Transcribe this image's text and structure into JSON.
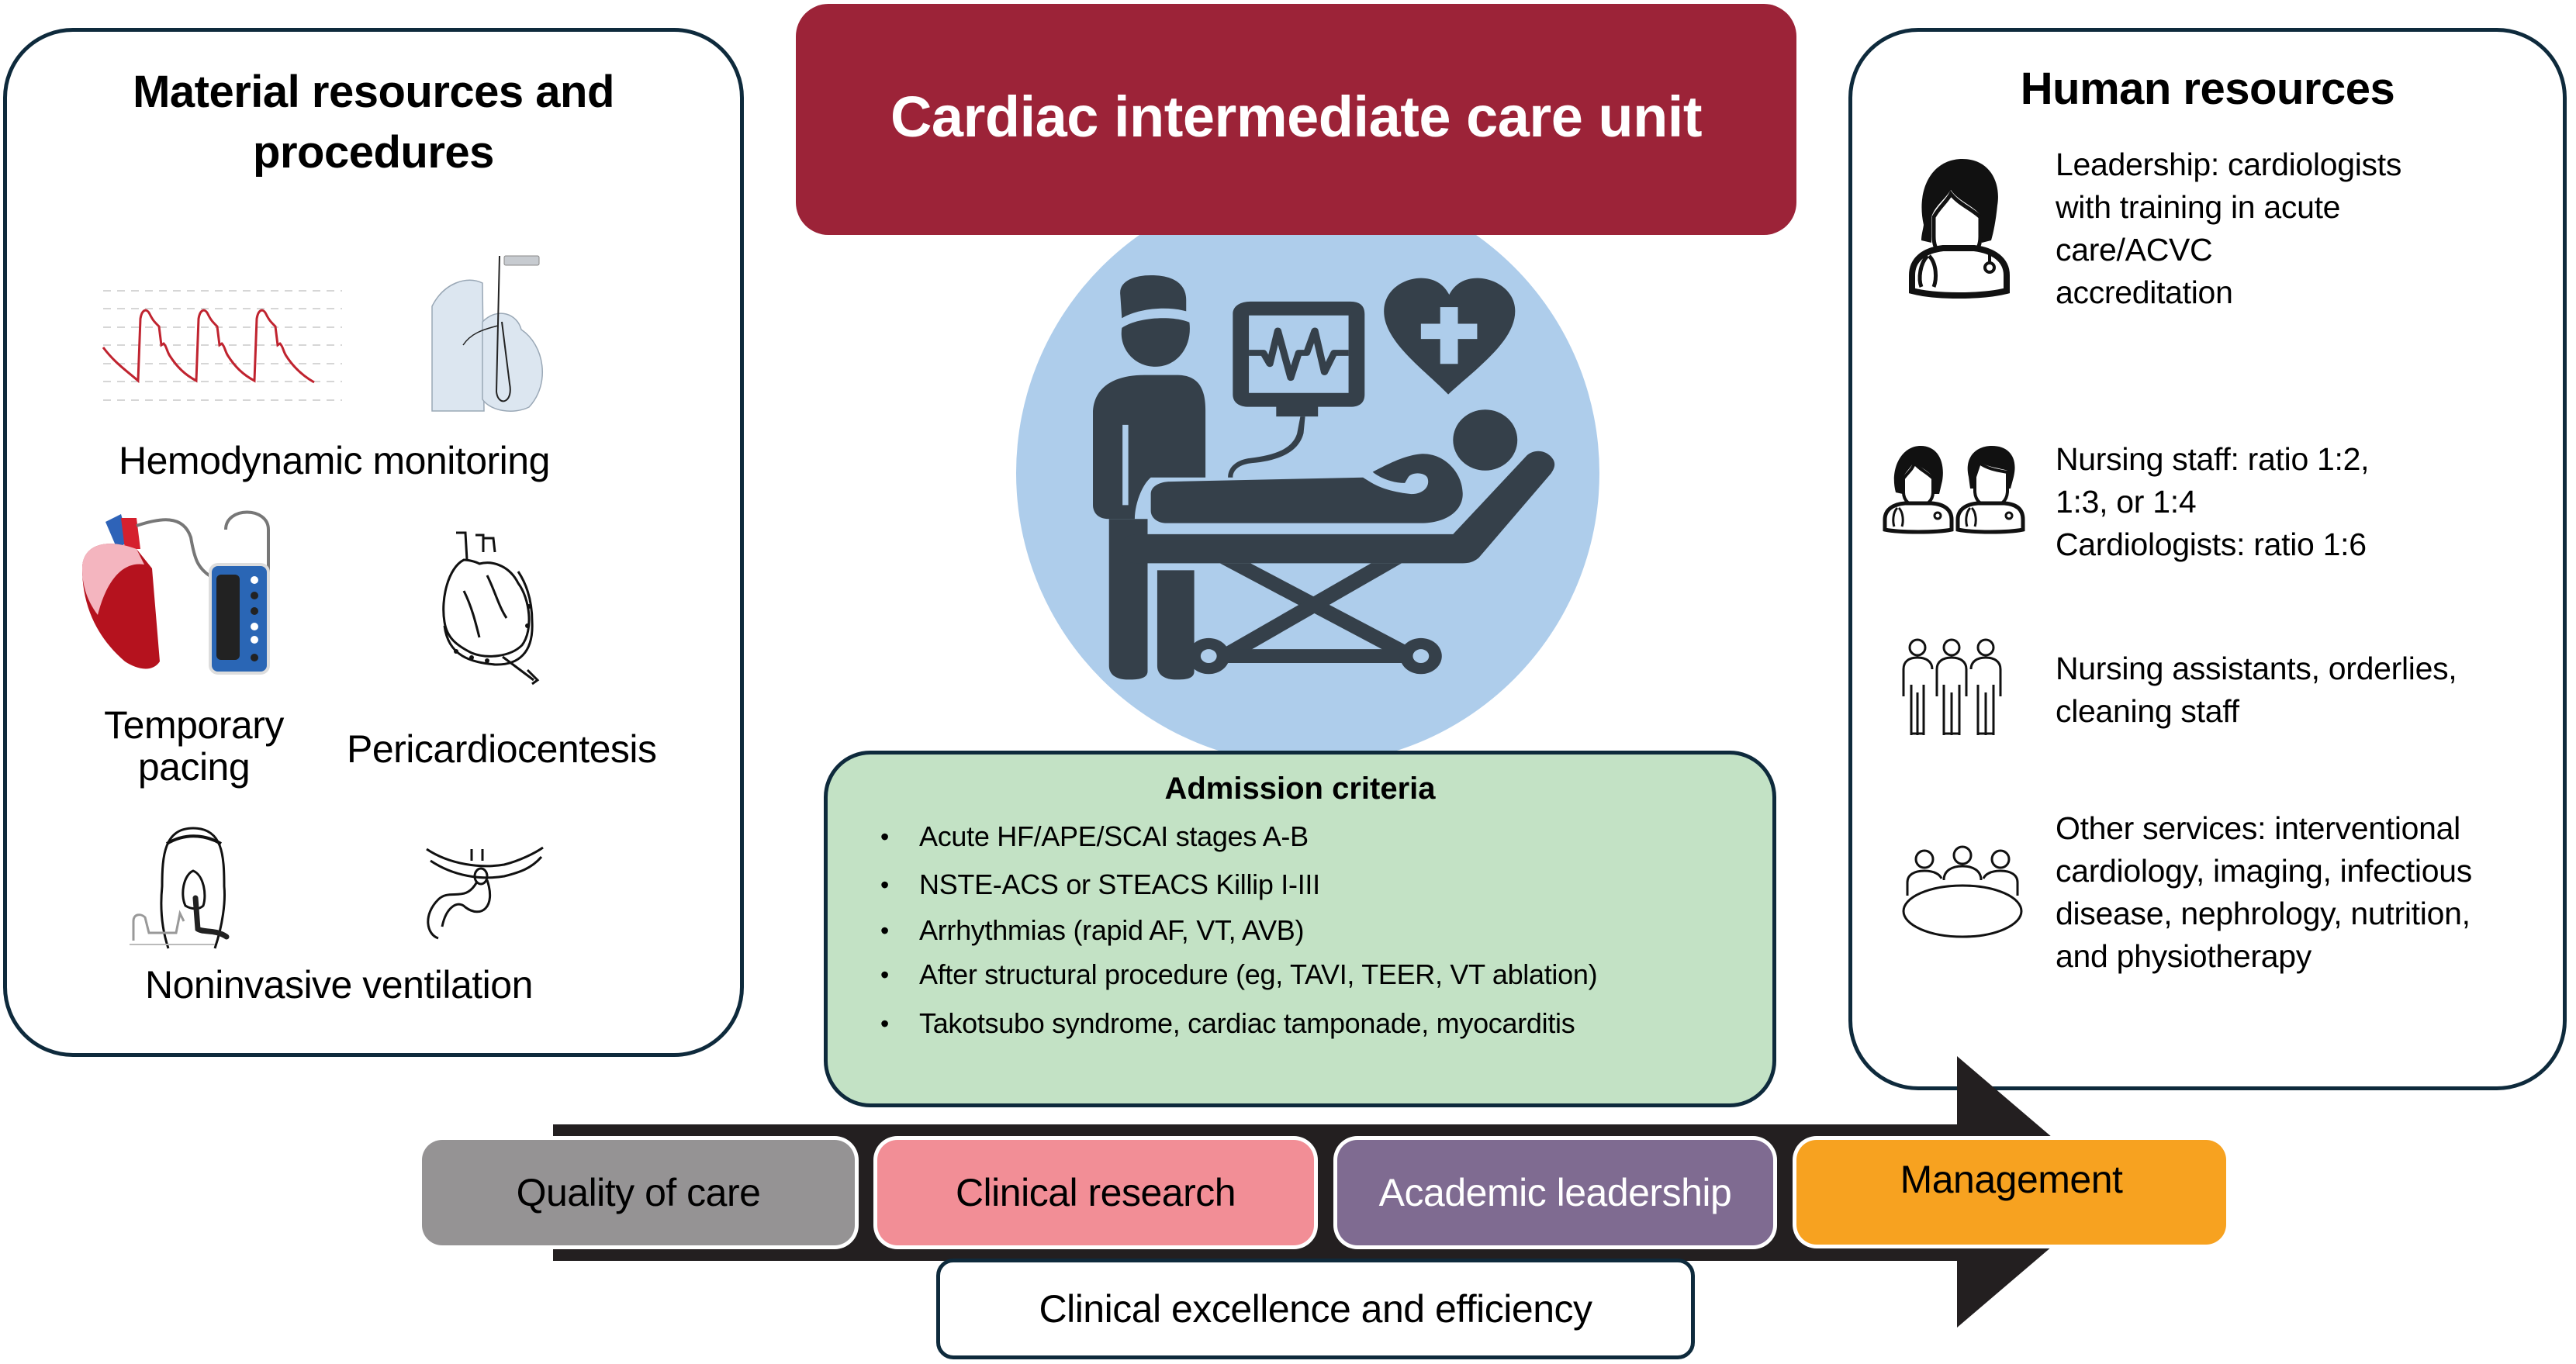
{
  "title": "Cardiac intermediate care unit",
  "colors": {
    "title_bar": "#9C2338",
    "circle": "#AECDEB",
    "icon_dark": "#35404A",
    "admission_bg": "#C3E2C5",
    "panel_border": "#0E2A3C",
    "arrow": "#231F20",
    "quality": "#959394",
    "research": "#F28E96",
    "academic": "#7F6B91",
    "management": "#F7A220"
  },
  "material": {
    "heading_line1": "Material resources and",
    "heading_line2": "procedures",
    "items": [
      {
        "label": "Hemodynamic monitoring",
        "icons": [
          "arterial-pressure-waveform-icon",
          "pulmonary-artery-catheter-icon"
        ]
      },
      {
        "label_line1": "Temporary",
        "label_line2": "pacing",
        "icon": "temporary-pacemaker-icon"
      },
      {
        "label": "Pericardiocentesis",
        "icon": "pericardiocentesis-icon"
      },
      {
        "label": "Noninvasive ventilation",
        "icons": [
          "ventilation-mask-icon",
          "nasal-cannula-tube-icon"
        ]
      }
    ]
  },
  "center": {
    "icon": "doctor-patient-bed-monitor-icon",
    "admission": {
      "heading": "Admission criteria",
      "criteria": [
        "Acute HF/APE/SCAI stages A-B",
        "NSTE-ACS or STEACS Killip I-III",
        "Arrhythmias (rapid AF, VT, AVB)",
        "After structural procedure (eg, TAVI, TEER, VT ablation)",
        "Takotsubo syndrome, cardiac tamponade, myocarditis"
      ]
    }
  },
  "human": {
    "heading": "Human resources",
    "items": [
      {
        "icon": "female-doctor-icon",
        "lines": [
          "Leadership: cardiologists",
          "with training in acute",
          "care/ACVC",
          "accreditation"
        ]
      },
      {
        "icon": "nurses-icon",
        "lines": [
          "Nursing staff: ratio 1:2,",
          "1:3, or 1:4",
          "Cardiologists: ratio 1:6"
        ]
      },
      {
        "icon": "staff-group-icon",
        "lines": [
          "Nursing assistants, orderlies,",
          "cleaning staff"
        ]
      },
      {
        "icon": "meeting-table-icon",
        "lines": [
          "Other services: interventional",
          "cardiology, imaging, infectious",
          "disease, nephrology, nutrition,",
          "and physiotherapy"
        ]
      }
    ]
  },
  "outcomes": {
    "pillars": [
      "Quality of care",
      "Clinical research",
      "Academic leadership",
      "Management"
    ],
    "goal": "Clinical excellence and efficiency"
  }
}
